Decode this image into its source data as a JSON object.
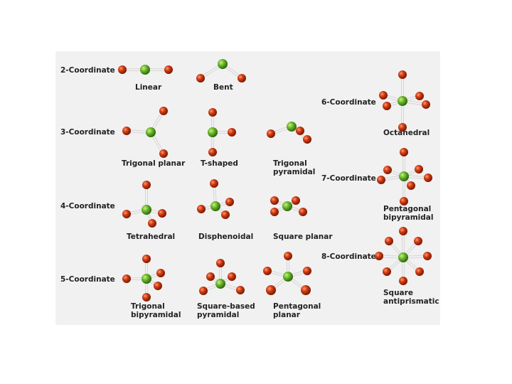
{
  "rows": [
    {
      "label": "2-Coordinate"
    },
    {
      "label": "3-Coordinate"
    },
    {
      "label": "4-Coordinate"
    },
    {
      "label": "5-Coordinate"
    },
    {
      "label": "6-Coordinate"
    },
    {
      "label": "7-Coordinate"
    },
    {
      "label": "8-Coordinate"
    }
  ],
  "geometries": {
    "linear": {
      "line1": "Linear"
    },
    "bent": {
      "line1": "Bent"
    },
    "trigonal_planar": {
      "line1": "Trigonal planar"
    },
    "t_shaped": {
      "line1": "T-shaped"
    },
    "trigonal_pyramidal": {
      "line1": "Trigonal",
      "line2": "pyramidal"
    },
    "tetrahedral": {
      "line1": "Tetrahedral"
    },
    "disphenoidal": {
      "line1": "Disphenoidal"
    },
    "square_planar": {
      "line1": "Square planar"
    },
    "trigonal_bipyramidal": {
      "line1": "Trigonal",
      "line2": "bipyramidal"
    },
    "square_based_pyramidal": {
      "line1": "Square-based",
      "line2": "pyramidal"
    },
    "pentagonal_planar": {
      "line1": "Pentagonal",
      "line2": "planar"
    },
    "octahedral": {
      "line1": "Octahedral"
    },
    "pentagonal_bipyramidal": {
      "line1": "Pentagonal",
      "line2": "bipyramidal"
    },
    "square_antiprismatic": {
      "line1": "Square",
      "line2": "antiprismatic"
    }
  },
  "colors": {
    "central_atom": "#5aa51e",
    "ligand_atom": "#c8320f",
    "bond": "#d8d8d8",
    "background": "#f1f1f1"
  }
}
